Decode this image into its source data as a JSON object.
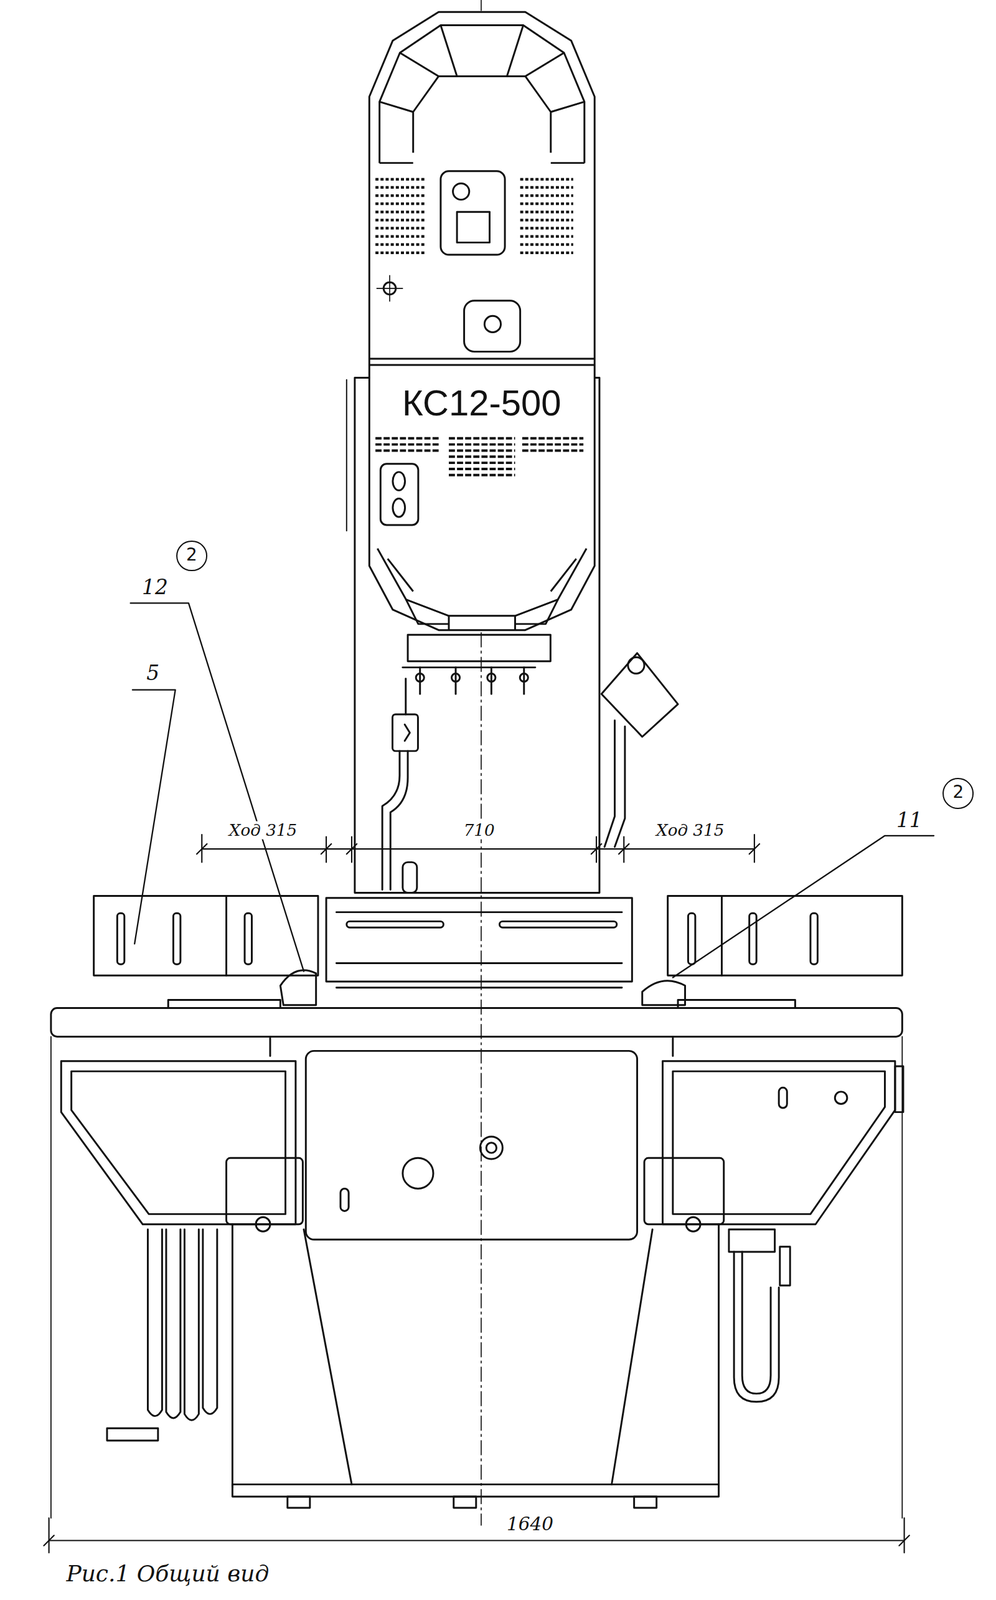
{
  "diagram": {
    "caption": "Рис.1 Общий вид",
    "nodes": [
      {
        "text": [
          "КС12-500"
        ]
      }
    ],
    "labels": [
      "2",
      "12",
      "5",
      "Ход 315",
      "710",
      "Ход 315",
      "2",
      "11",
      "1640"
    ]
  }
}
